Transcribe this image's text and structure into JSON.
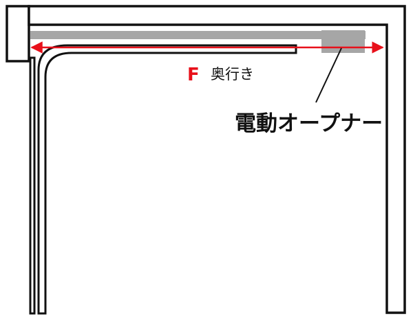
{
  "diagram": {
    "dimension": {
      "letter": "F",
      "label": "奥行き",
      "arrow_color": "#e8101a"
    },
    "opener": {
      "label": "電動オープナー",
      "fill_color": "#a6a6a6"
    },
    "rail_color": "#a6a6a6",
    "outline_color": "#111111"
  }
}
